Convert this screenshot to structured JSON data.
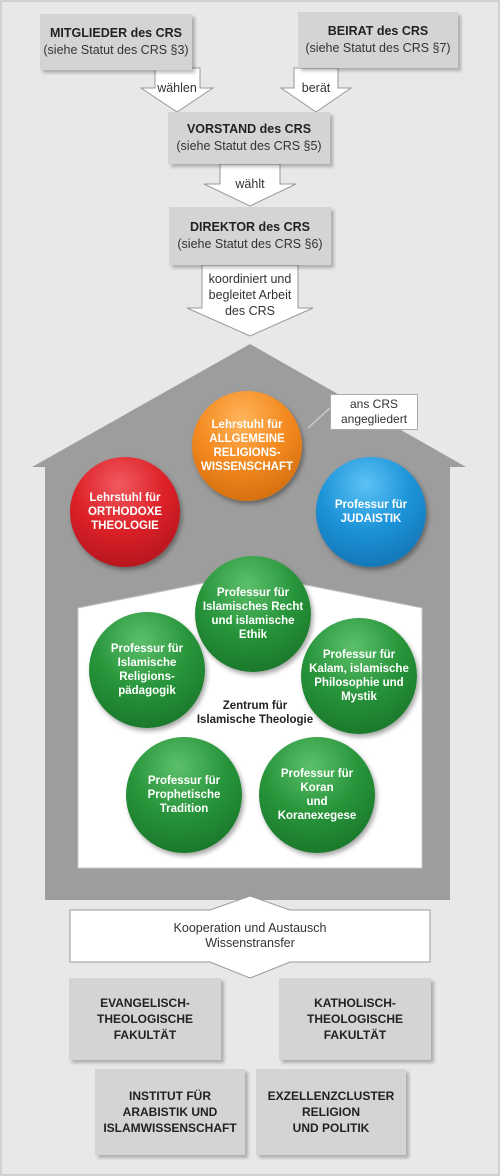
{
  "governance": {
    "mitglieder": {
      "title": "MITGLIEDER des CRS",
      "subtitle": "(siehe Statut des CRS §3)"
    },
    "beirat": {
      "title": "BEIRAT des CRS",
      "subtitle": "(siehe Statut des CRS §7)"
    },
    "vorstand": {
      "title": "VORSTAND des CRS",
      "subtitle": "(siehe Statut des CRS §5)"
    },
    "direktor": {
      "title": "DIREKTOR des CRS",
      "subtitle": "(siehe Statut des CRS §6)"
    }
  },
  "arrows": {
    "waehlen": "wählen",
    "beraet": "berät",
    "waehlt": "wählt",
    "koordiniert": "koordiniert und\nbegleitet Arbeit\ndes CRS"
  },
  "house": {
    "note": "ans CRS\nangegliedert",
    "orthodox": "Lehrstuhl für\nORTHODOXE\nTHEOLOGIE",
    "religionswissenschaft": "Lehrstuhl für\nALLGEMEINE\nRELIGIONS-\nWISSENSCHAFT",
    "judaistik": "Professur für\nJUDAISTIK",
    "center": {
      "label": "Zentrum für\nIslamische Theologie",
      "recht": "Professur für\nIslamisches Recht\nund islamische\nEthik",
      "kalam": "Professur für\nKalam, islamische\nPhilosophie und\nMystik",
      "paedagogik": "Professur für\nIslamische\nReligions-\npädagogik",
      "tradition": "Professur für\nProphetische\nTradition",
      "koran": "Professur für\nKoran\nund\nKoranexegese"
    }
  },
  "cooperation": "Kooperation und Austausch\nWissenstransfer",
  "partners": {
    "evangelisch": "EVANGELISCH-\nTHEOLOGISCHE\nFAKULTÄT",
    "katholisch": "KATHOLISCH-\nTHEOLOGISCHE\nFAKULTÄT",
    "arabistik": "INSTITUT FÜR\nARABISTIK UND\nISLAMWISSENSCHAFT",
    "exzellenz": "EXZELLENZCLUSTER\nRELIGION\nUND POLITIK"
  },
  "colors": {
    "green": "#27943a",
    "red": "#dd2027",
    "orange": "#f4891f",
    "blue": "#1c93d8",
    "house": "#9d9d9d",
    "box": "#d4d4d4"
  }
}
